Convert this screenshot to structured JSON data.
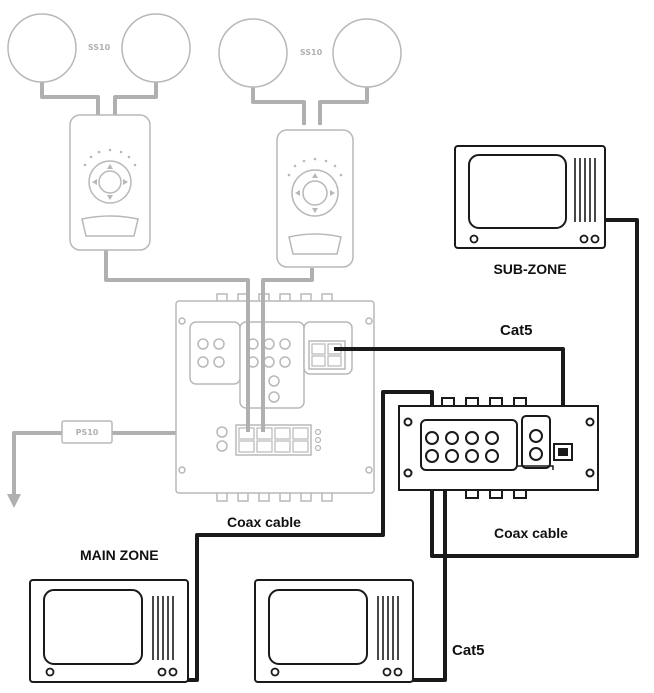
{
  "labels": {
    "speaker_left": "SS10",
    "speaker_right": "SS10",
    "power_supply": "PS10",
    "sub_zone": "SUB-ZONE",
    "main_zone": "MAIN ZONE",
    "cat5_top": "Cat5",
    "cat5_bottom": "Cat5",
    "coax_left": "Coax cable",
    "coax_right": "Coax cable"
  },
  "colors": {
    "zone1_lines": "#b0b0b0",
    "zone2_lines": "#1a1a1a"
  }
}
